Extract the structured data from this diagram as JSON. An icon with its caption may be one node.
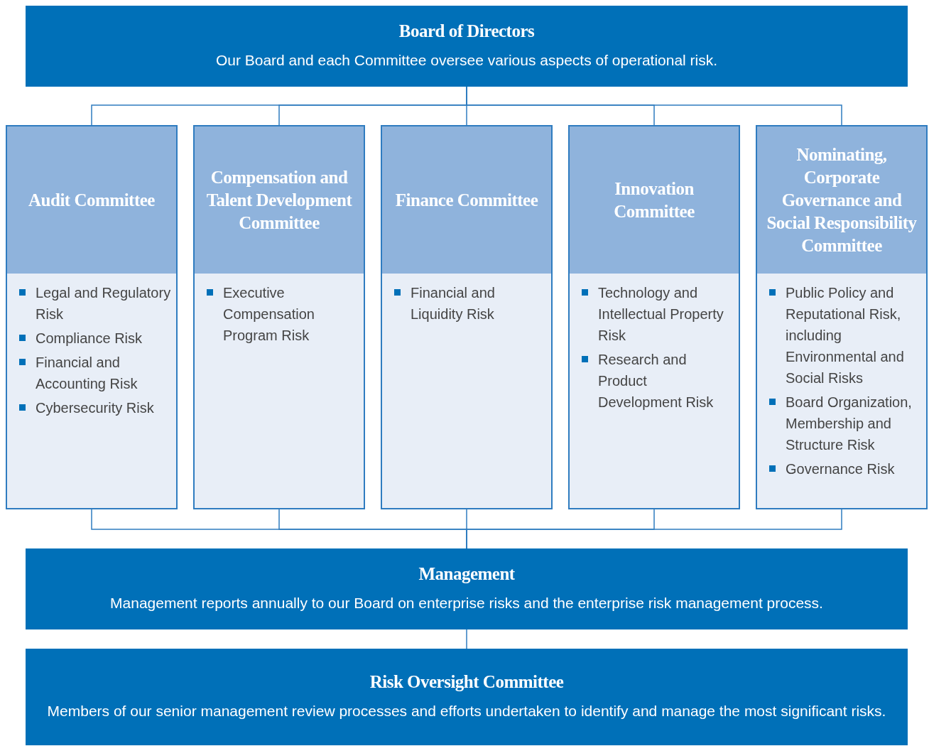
{
  "diagram": {
    "nodes": [
      {
        "text": [
          "Board of Directors",
          "Our Board and each Committee oversee various aspects of operational risk."
        ]
      },
      {
        "text": [
          "Audit Committee",
          "Legal and Regulatory Risk",
          "Compliance Risk",
          "Financial and Accounting Risk",
          "Cybersecurity Risk"
        ]
      },
      {
        "text": [
          "Compensation and Talent Development Committee",
          "Executive Compensation Program Risk"
        ]
      },
      {
        "text": [
          "Finance Committee",
          "Financial and Liquidity Risk"
        ]
      },
      {
        "text": [
          "Innovation Committee",
          "Technology and Intellectual Property Risk",
          "Research and Product Development Risk"
        ]
      },
      {
        "text": [
          "Nominating, Corporate Governance and Social Responsibility Committee",
          "Public Policy and Reputational Risk, including Environmental and Social Risks",
          "Board Organization, Membership and Structure Risk",
          "Governance Risk"
        ]
      },
      {
        "text": [
          "Management",
          "Management reports annually to our Board on enterprise risks and the enterprise risk management process."
        ]
      },
      {
        "text": [
          "Risk Oversight Committee",
          "Members of our senior management review processes and efforts undertaken to identify and manage the most significant risks."
        ]
      }
    ],
    "edges": [
      {
        "from": 0,
        "to": 1,
        "arrow": "none"
      },
      {
        "from": 0,
        "to": 2,
        "arrow": "none"
      },
      {
        "from": 0,
        "to": 3,
        "arrow": "none"
      },
      {
        "from": 0,
        "to": 4,
        "arrow": "none"
      },
      {
        "from": 0,
        "to": 5,
        "arrow": "none"
      },
      {
        "from": 1,
        "to": 6,
        "arrow": "none"
      },
      {
        "from": 2,
        "to": 6,
        "arrow": "none"
      },
      {
        "from": 3,
        "to": 6,
        "arrow": "none"
      },
      {
        "from": 4,
        "to": 6,
        "arrow": "none"
      },
      {
        "from": 5,
        "to": 6,
        "arrow": "none"
      },
      {
        "from": 6,
        "to": 7,
        "arrow": "none"
      }
    ]
  }
}
